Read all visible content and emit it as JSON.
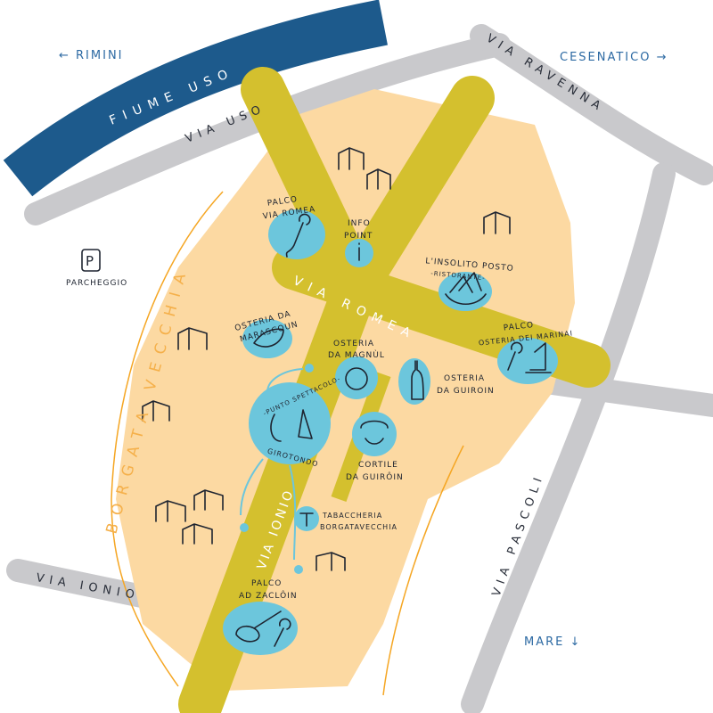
{
  "directions": {
    "rimini": "← RIMINI",
    "cesenatico": "CESENATICO →",
    "mare": "MARE ↓"
  },
  "river": "FIUME USO",
  "roads": {
    "via_uso": "VIA USO",
    "via_ravenna": "VIA RAVENNA",
    "via_pascoli": "VIA PASCOLI",
    "via_ionio_outer": "VIA IONIO",
    "via_romea": "VIA ROMEA",
    "via_ionio_inner": "VIA IONIO"
  },
  "district": "BORGATA VECCHIA",
  "parking": {
    "symbol": "P",
    "label": "PARCHEGGIO"
  },
  "places": {
    "palco_via_romea": [
      "PALCO",
      "VIA ROMEA"
    ],
    "info_point": [
      "INFO",
      "POINT"
    ],
    "insolito_posto": [
      "L'INSOLITO POSTO",
      "-RISTORANTE-"
    ],
    "osteria_marascoun": [
      "OSTERIA DA",
      "MARASCOUN"
    ],
    "osteria_magnul": [
      "OSTERIA",
      "DA MAGNÙL"
    ],
    "palco_marinai": [
      "PALCO",
      "OSTERIA DEI MARINAI"
    ],
    "osteria_guiroin": [
      "OSTERIA",
      "DA GUIROIN"
    ],
    "punto_spettacolo": [
      "-PUNTO SPETTACOLO-",
      "GIROTONDO"
    ],
    "cortile_guiroin": [
      "CORTILE",
      "DA GUIRÔIN"
    ],
    "tabaccheria": [
      "TABACCHERIA",
      "BORGATAVECCHIA"
    ],
    "palco_zacloin": [
      "PALCO",
      "AD ZACLÔIN"
    ]
  },
  "colors": {
    "river": "#1d5a8c",
    "road": "#c9c9cc",
    "street": "#d4c02e",
    "area": "#fcd9a2",
    "spot": "#6cc6dc"
  }
}
